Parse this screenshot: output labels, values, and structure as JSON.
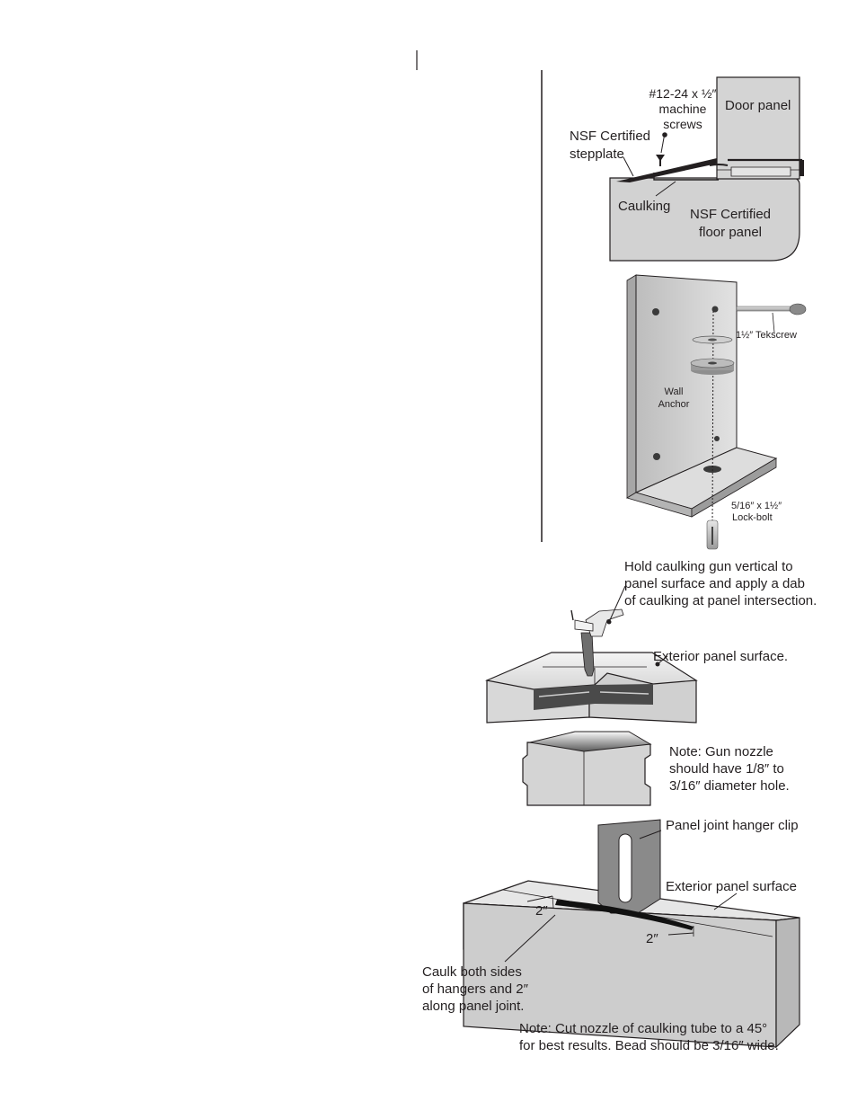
{
  "figure1": {
    "screws_label": [
      "#12-24 x ½″",
      "machine",
      "screws"
    ],
    "door_panel": "Door panel",
    "stepplate": [
      "NSF Certified",
      "stepplate"
    ],
    "caulking": "Caulking",
    "floor_panel": [
      "NSF Certified",
      "floor panel"
    ]
  },
  "figure2": {
    "tekscrew": "1½″ Tekscrew",
    "wall_anchor": [
      "Wall",
      "Anchor"
    ],
    "lockbolt": [
      "5/16″ x 1½″",
      "Lock-bolt"
    ]
  },
  "figure3": {
    "hold_note": [
      "Hold caulking gun vertical to",
      "panel surface and apply a dab",
      "of caulking at panel intersection."
    ],
    "exterior_surface": "Exterior panel surface.",
    "nozzle_note": [
      "Note: Gun nozzle",
      "should have 1/8″ to",
      "3/16″ diameter hole."
    ]
  },
  "figure4": {
    "hanger_clip": "Panel joint hanger clip",
    "exterior_surface": "Exterior panel surface",
    "dim_left": "2″",
    "dim_right": "2″",
    "caulk_note": [
      "Caulk both sides",
      "of hangers and 2″",
      "along panel joint."
    ],
    "cut_note": [
      "Note: Cut nozzle of caulking tube to a 45°",
      "for best results. Bead should be 3/16″ wide."
    ]
  }
}
